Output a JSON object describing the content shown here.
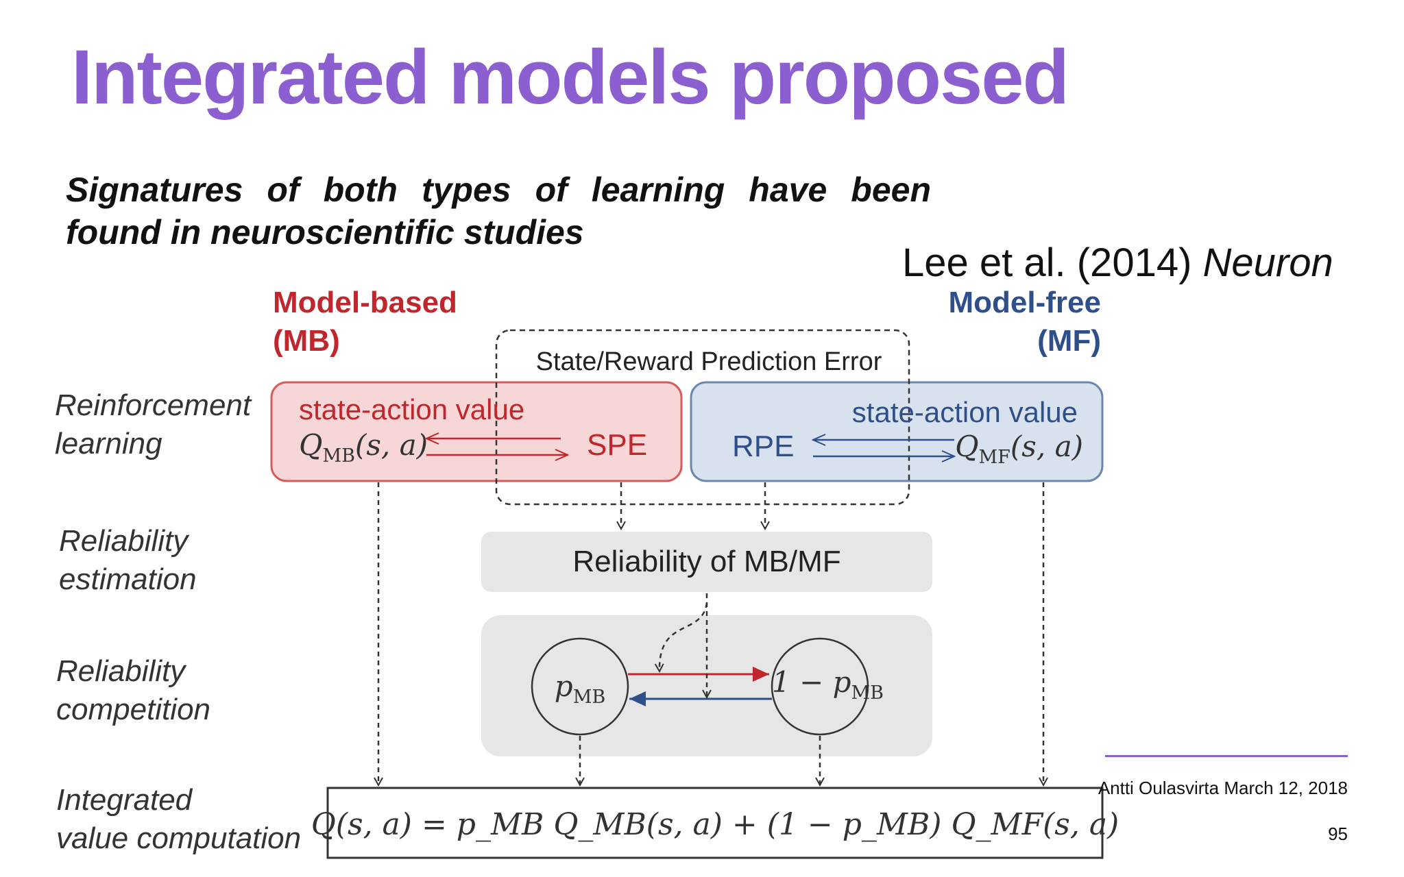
{
  "slide": {
    "title": "Integrated models proposed",
    "subtitle": "Signatures of both types of learning have been found in neuroscientific studies",
    "citation_authors": "Lee et al. (2014)",
    "citation_journal": "Neuron"
  },
  "diagram": {
    "mb_heading_line1": "Model-based",
    "mb_heading_line2": "(MB)",
    "mf_heading_line1": "Model-free",
    "mf_heading_line2": "(MF)",
    "prediction_error_label": "State/Reward Prediction Error",
    "rows": {
      "rl_line1": "Reinforcement",
      "rl_line2": "learning",
      "re_line1": "Reliability",
      "re_line2": "estimation",
      "rc_line1": "Reliability",
      "rc_line2": "competition",
      "iv_line1": "Integrated",
      "iv_line2": "value computation"
    },
    "mb_box": {
      "value_label": "state-action value",
      "q_symbol": "Q",
      "q_sub": "MB",
      "q_args": "(s, a)",
      "error": "SPE"
    },
    "mf_box": {
      "value_label": "state-action value",
      "q_symbol": "Q",
      "q_sub": "MF",
      "q_args": "(s, a)",
      "error": "RPE"
    },
    "reliability_label": "Reliability of MB/MF",
    "competition": {
      "p_symbol": "p",
      "p_sub": "MB",
      "one_minus": "1 − p",
      "one_minus_sub": "MB"
    },
    "formula": "Q(s, a) = p_MB Q_MB(s, a) + (1 − p_MB) Q_MF(s, a)",
    "colors": {
      "title": "#8b5fd0",
      "mb": "#c0272d",
      "mf": "#2f4f8a",
      "mb_fill": "#f6d6d6",
      "mf_fill": "#d8e2ee"
    }
  },
  "footer": {
    "author_date": "Antti Oulasvirta March 12, 2018",
    "page_number": "95"
  }
}
